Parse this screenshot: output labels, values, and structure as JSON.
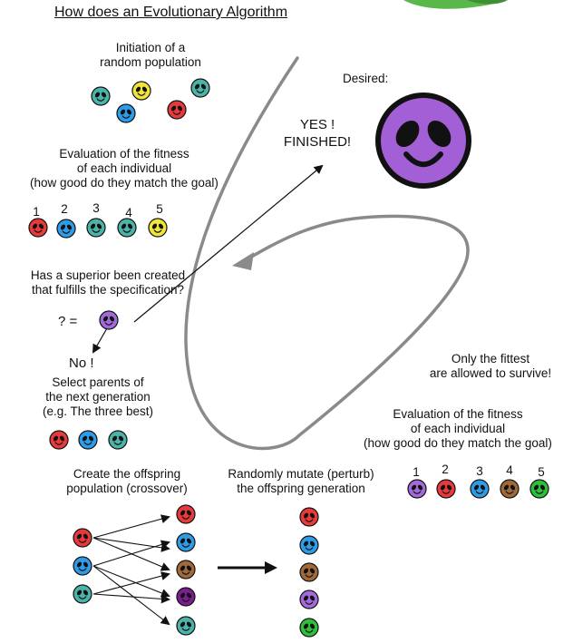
{
  "title": "How does an Evolutionary Algorithm",
  "desired_label": "Desired:",
  "finished": {
    "line1": "YES !",
    "line2": "FINISHED!"
  },
  "init_label": [
    "Initiation of a",
    "random population"
  ],
  "eval_label_left": [
    "Evaluation of the fitness",
    "of each individual",
    "(how good do they match the goal)"
  ],
  "ranks_left": [
    "1",
    "2",
    "3",
    "4",
    "5"
  ],
  "superior_question": [
    "Has a superior been created",
    "that fulfills the specification?"
  ],
  "question_mark_eq": "? =",
  "no_label": "No !",
  "select_parents": [
    "Select parents of",
    "the next generation",
    "(e.g. The three best)"
  ],
  "fittest_label": [
    "Only the fittest",
    "are allowed to survive!"
  ],
  "eval_label_right": [
    "Evaluation of the fitness",
    "of each individual",
    "(how good do they match the goal)"
  ],
  "ranks_right": [
    "1",
    "2",
    "3",
    "4",
    "5"
  ],
  "crossover_label": [
    "Create the offspring",
    "population (crossover)"
  ],
  "mutate_label": [
    "Randomly mutate (perturb)",
    "the offspring generation"
  ],
  "colors": {
    "red": "#e83a3a",
    "blue": "#2f9ce8",
    "teal": "#4bb3a8",
    "yellow": "#f0e63a",
    "purple": "#a56ad9",
    "brown": "#a0693a",
    "darkpurple": "#7a1f8f",
    "green": "#2fbf3a",
    "desired": "#a35fd6",
    "loop": "#8a8a8a"
  },
  "icons": {
    "desired": "alien-face-icon",
    "individual": "alien-face-icon",
    "leaf": "leaf-icon"
  }
}
